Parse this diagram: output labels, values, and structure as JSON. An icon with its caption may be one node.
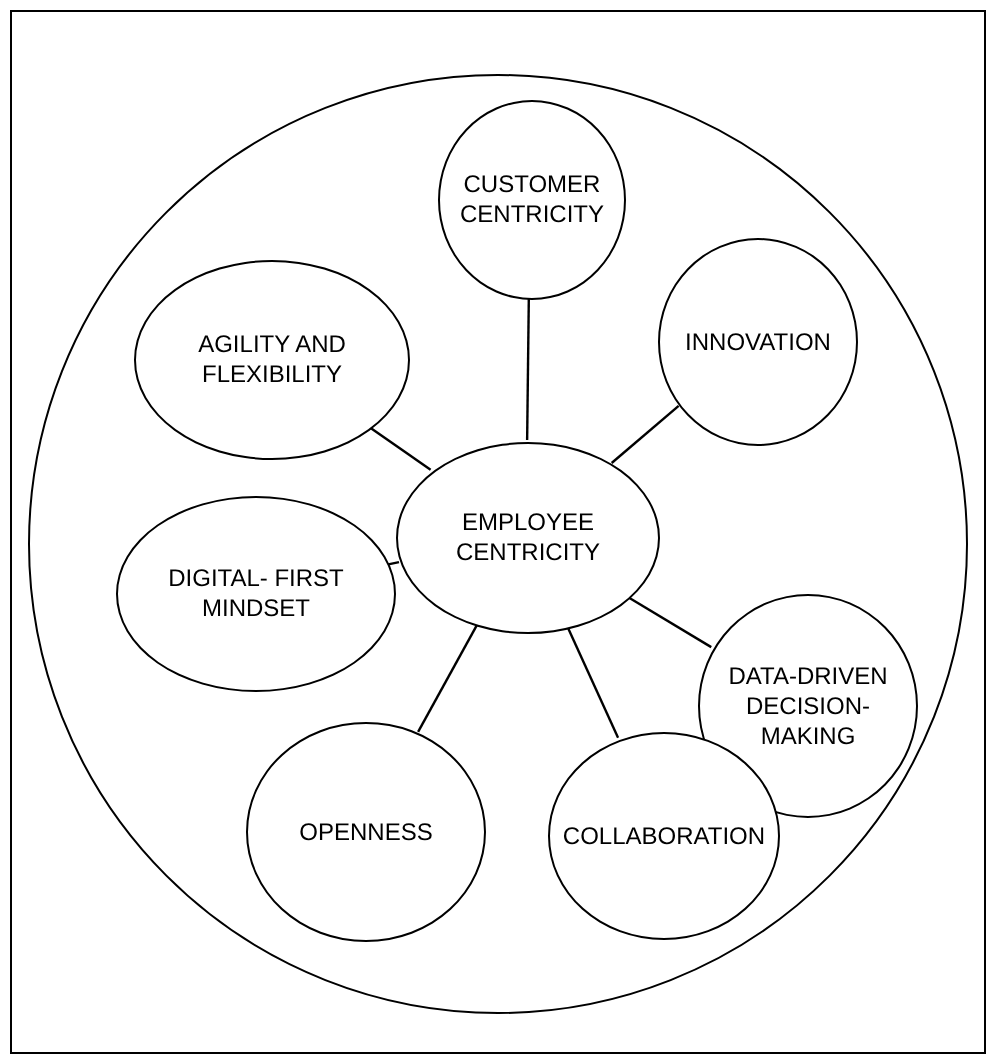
{
  "diagram": {
    "nodes": [
      {
        "text": [],
        "shape": "circle"
      },
      {
        "text": [
          "CUSTOMER CENTRICITY"
        ],
        "in": 0
      },
      {
        "text": [
          "AGILITY AND FLEXIBILITY"
        ],
        "in": 0
      },
      {
        "text": [
          "INNOVATION"
        ],
        "in": 0
      },
      {
        "text": [
          "EMPLOYEE CENTRICITY"
        ],
        "in": 0
      },
      {
        "text": [
          "DIGITAL- FIRST MINDSET"
        ],
        "in": 0
      },
      {
        "text": [
          "DATA-DRIVEN DECISION-MAKING"
        ],
        "in": 0
      },
      {
        "text": [
          "OPENNESS"
        ],
        "in": 0
      },
      {
        "text": [
          "COLLABORATION"
        ],
        "in": 0
      }
    ],
    "edges": [
      {
        "from": 4,
        "to": 1,
        "arrow": "none"
      },
      {
        "from": 4,
        "to": 3,
        "arrow": "none"
      },
      {
        "from": 4,
        "to": 6,
        "arrow": "none"
      },
      {
        "from": 4,
        "to": 8,
        "arrow": "none"
      },
      {
        "from": 4,
        "to": 7,
        "arrow": "none"
      },
      {
        "from": 4,
        "to": 5,
        "arrow": "none"
      },
      {
        "from": 4,
        "to": 2,
        "arrow": "none"
      }
    ]
  }
}
